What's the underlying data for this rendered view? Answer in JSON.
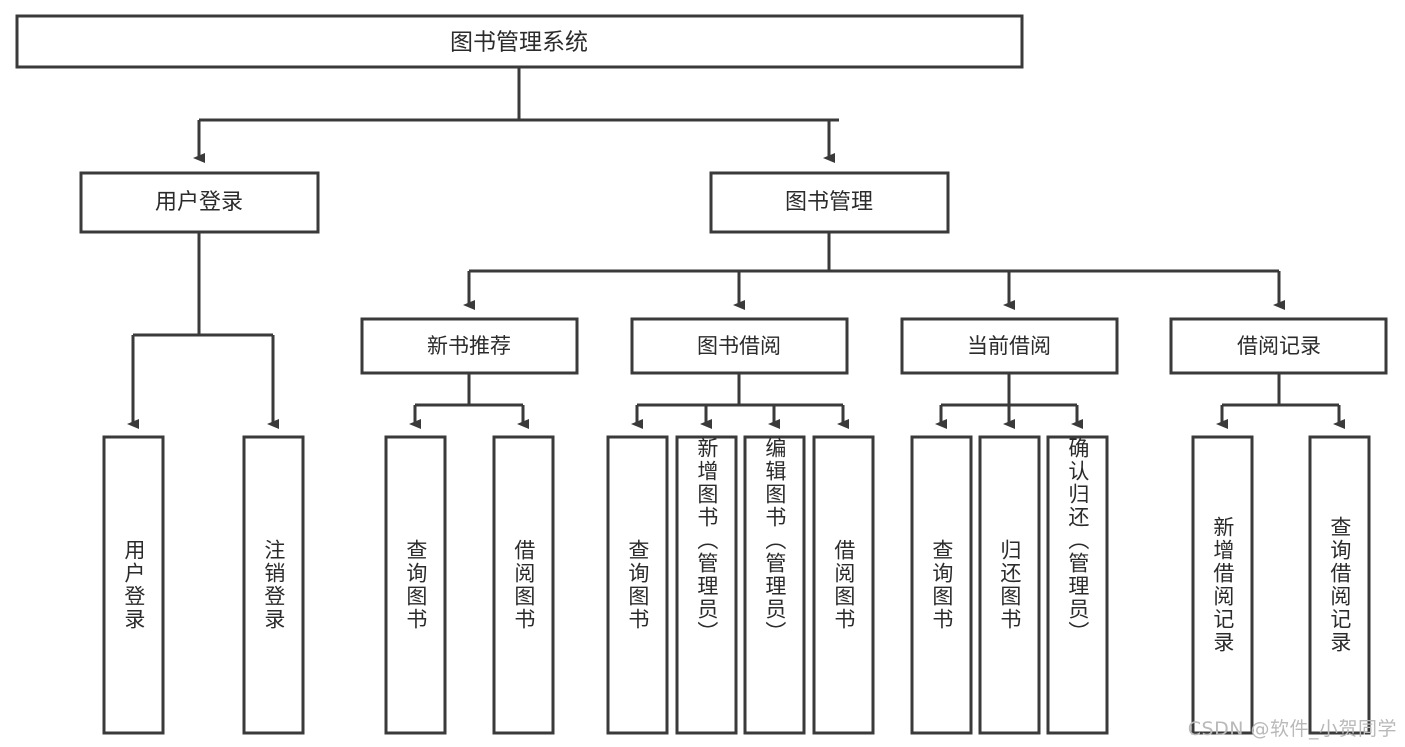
{
  "diagram": {
    "type": "tree",
    "title": "图书管理系统",
    "orientation": "top-down",
    "watermark": "CSDN @软件_小贺同学",
    "colors": {
      "stroke": "#3a3a3a",
      "fill": "#ffffff",
      "text": "#2b2b2b",
      "watermark": "#b9b9b9"
    },
    "root": {
      "label": "图书管理系统"
    },
    "level2": [
      {
        "label": "用户登录"
      },
      {
        "label": "图书管理"
      }
    ],
    "level3": [
      {
        "label": "新书推荐"
      },
      {
        "label": "图书借阅"
      },
      {
        "label": "当前借阅"
      },
      {
        "label": "借阅记录"
      }
    ],
    "leaves": {
      "user_login": [
        {
          "label": "用户登录"
        },
        {
          "label": "注销登录"
        }
      ],
      "new_book": [
        {
          "label": "查询图书"
        },
        {
          "label": "借阅图书"
        }
      ],
      "book_borrow": [
        {
          "label": "查询图书"
        },
        {
          "label": "新增图书（管理员）"
        },
        {
          "label": "编辑图书（管理员）"
        },
        {
          "label": "借阅图书"
        }
      ],
      "current_borrow": [
        {
          "label": "查询图书"
        },
        {
          "label": "归还图书"
        },
        {
          "label": "确认归还（管理员）"
        }
      ],
      "borrow_record": [
        {
          "label": "新增借阅记录"
        },
        {
          "label": "查询借阅记录"
        }
      ]
    }
  }
}
